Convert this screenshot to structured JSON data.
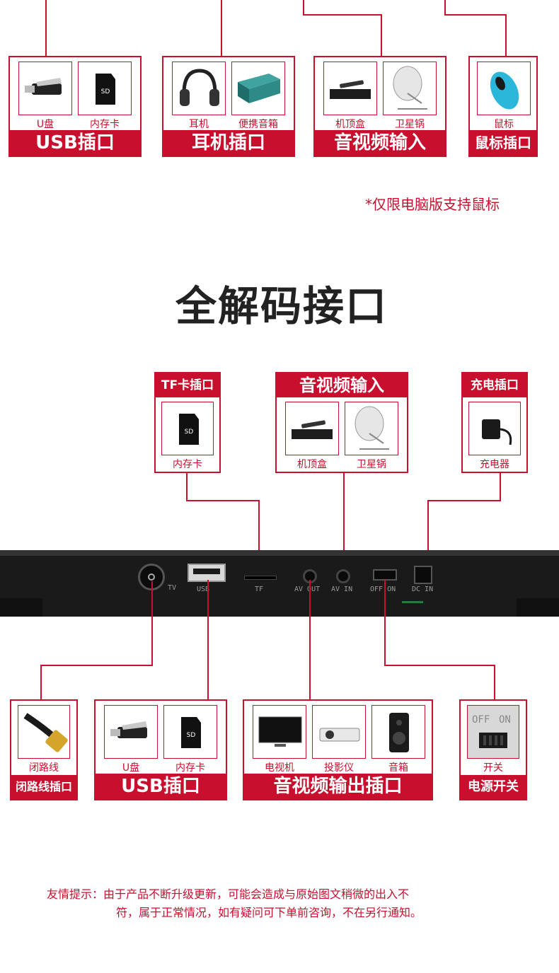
{
  "top_section": {
    "groups": [
      {
        "label": "USB插口",
        "items": [
          {
            "name": "U盘",
            "icon": "usb-drive-icon"
          },
          {
            "name": "内存卡",
            "icon": "memory-card-icon"
          }
        ]
      },
      {
        "label": "耳机插口",
        "items": [
          {
            "name": "耳机",
            "icon": "headphones-icon"
          },
          {
            "name": "便携音箱",
            "icon": "portable-speaker-icon"
          }
        ]
      },
      {
        "label": "音视频输入",
        "items": [
          {
            "name": "机顶盒",
            "icon": "set-top-box-icon"
          },
          {
            "name": "卫星锅",
            "icon": "satellite-dish-icon"
          }
        ]
      },
      {
        "label": "鼠标插口",
        "items": [
          {
            "name": "鼠标",
            "icon": "mouse-icon"
          }
        ]
      }
    ],
    "note": "*仅限电脑版支持鼠标"
  },
  "main_title": "全解码接口",
  "upper_groups": [
    {
      "title": "TF卡插口",
      "items": [
        {
          "name": "内存卡",
          "icon": "memory-card-icon"
        }
      ]
    },
    {
      "title": "音视频输入",
      "items": [
        {
          "name": "机顶盒",
          "icon": "set-top-box-icon"
        },
        {
          "name": "卫星锅",
          "icon": "satellite-dish-icon"
        }
      ]
    },
    {
      "title": "充电插口",
      "items": [
        {
          "name": "充电器",
          "icon": "charger-icon"
        }
      ]
    }
  ],
  "panel_ports": [
    "TV",
    "USB",
    "TF",
    "AV OUT",
    "AV IN",
    "OFF ON",
    "DC IN"
  ],
  "lower_groups": [
    {
      "label": "闭路线插口",
      "items": [
        {
          "name": "闭路线",
          "icon": "coax-cable-icon"
        }
      ]
    },
    {
      "label": "USB插口",
      "items": [
        {
          "name": "U盘",
          "icon": "usb-drive-icon"
        },
        {
          "name": "内存卡",
          "icon": "memory-card-icon"
        }
      ]
    },
    {
      "label": "音视频输出插口",
      "items": [
        {
          "name": "电视机",
          "icon": "tv-icon"
        },
        {
          "name": "投影仪",
          "icon": "projector-icon"
        },
        {
          "name": "音箱",
          "icon": "speaker-icon"
        }
      ]
    },
    {
      "label": "电源开关",
      "items": [
        {
          "name": "开关",
          "icon": "power-switch-icon"
        }
      ]
    }
  ],
  "switch_text": {
    "off": "OFF",
    "on": "ON"
  },
  "footer": {
    "line1": "友情提示：由于产品不断升级更新，可能会造成与原始图文稍微的出入不",
    "line2": "符，属于正常情况，如有疑问可下单前咨询，不在另行通知。"
  },
  "colors": {
    "accent": "#c8102e",
    "panel": "#1a1a1a"
  }
}
